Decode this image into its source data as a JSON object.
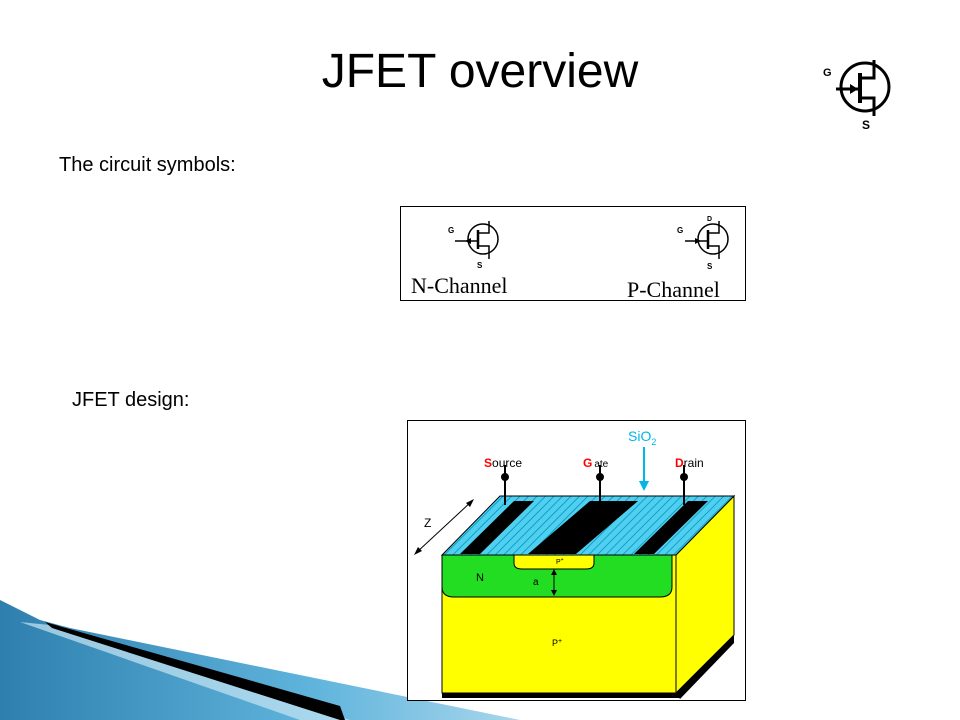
{
  "slide": {
    "title": "JFET overview",
    "symbols_label": "The circuit symbols:",
    "design_label": "JFET design:"
  },
  "top_symbol": {
    "gate": "G",
    "source": "S"
  },
  "symbols": {
    "n_channel": {
      "label": "N-Channel",
      "gate": "G",
      "source": "S"
    },
    "p_channel": {
      "label": "P-Channel",
      "gate": "G",
      "drain": "D",
      "source": "S"
    }
  },
  "design": {
    "source_first": "S",
    "source_rest": "ource",
    "gate_first": "G",
    "gate_rest": "ate",
    "drain_first": "D",
    "drain_rest": "rain",
    "oxide_main": "SiO",
    "oxide_sub": "2",
    "z_label": "Z",
    "n_region": "N",
    "p_region_top": "P",
    "p_region_top_sup": "+",
    "a_label": "a",
    "p_substrate": "P",
    "p_substrate_sup": "+"
  },
  "colors": {
    "accent_cyan": "#00B7E8",
    "n_region": "#22DD22",
    "substrate": "#FFFF00",
    "pad_red": "#FF0000",
    "electrode": "#000000",
    "corner_blue": "#2E7FAE"
  }
}
